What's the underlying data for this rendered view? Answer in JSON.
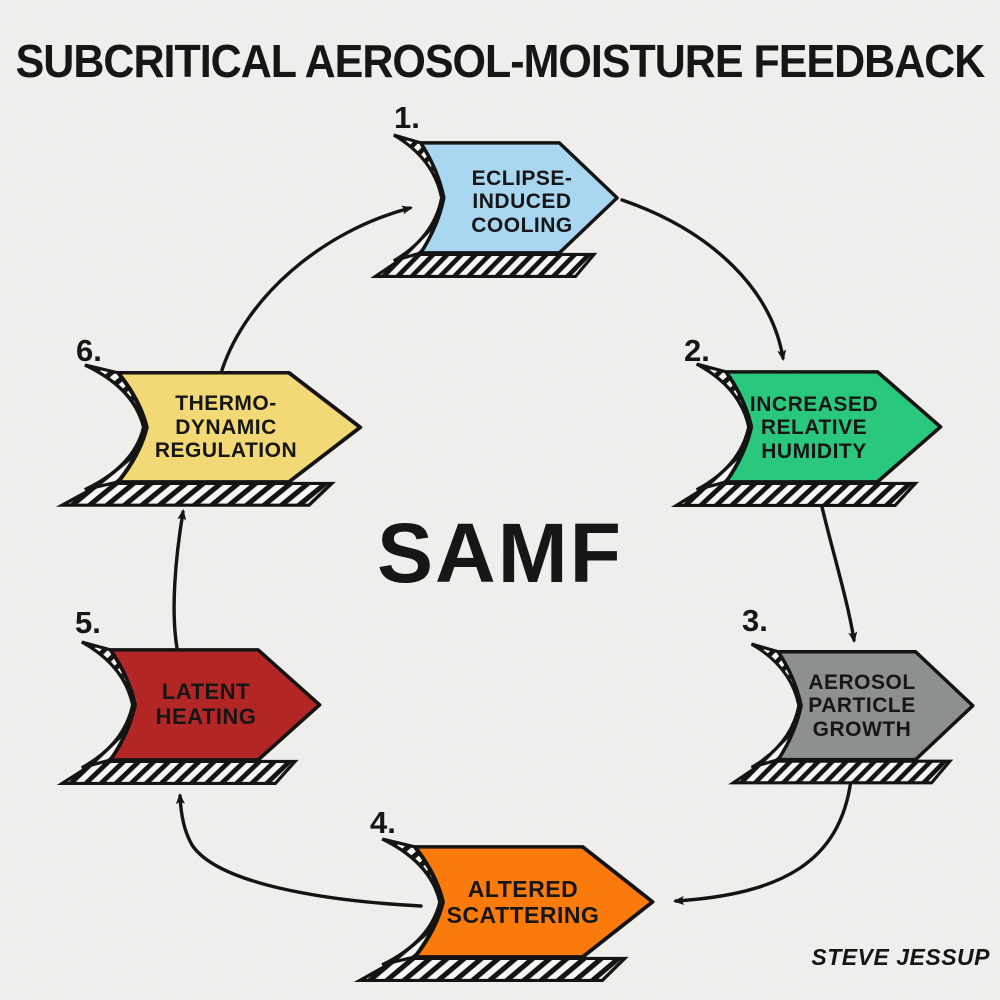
{
  "title": "SUBCRITICAL AEROSOL-MOISTURE FEEDBACK",
  "center_label": "SAMF",
  "credit": "STEVE JESSUP",
  "diagram_type": "circular feedback loop, 6 hand-drawn ribbon-arrow nodes connected clockwise",
  "colors": {
    "paper": "#f2f1ee",
    "ink": "#161616",
    "node1_blue": "#a9d7f2",
    "node2_green": "#29c87d",
    "node3_gray": "#8d918e",
    "node4_orange": "#fa7b0c",
    "node5_red": "#b32626",
    "node6_yellow": "#f3d876"
  },
  "nodes": [
    {
      "number": "1.",
      "label": "ECLIPSE-\nINDUCED\nCOOLING",
      "color": "#a9d7f2"
    },
    {
      "number": "2.",
      "label": "INCREASED\nRELATIVE\nHUMIDITY",
      "color": "#29c87d"
    },
    {
      "number": "3.",
      "label": "AEROSOL\nPARTICLE\nGROWTH",
      "color": "#8d918e"
    },
    {
      "number": "4.",
      "label": "ALTERED\nSCATTERING",
      "color": "#fa7b0c"
    },
    {
      "number": "5.",
      "label": "LATENT\nHEATING",
      "color": "#b32626"
    },
    {
      "number": "6.",
      "label": "THERMO-\nDYNAMIC\nREGULATION",
      "color": "#f3d876"
    }
  ],
  "connections": [
    {
      "from": "1",
      "to": "2"
    },
    {
      "from": "2",
      "to": "3"
    },
    {
      "from": "3",
      "to": "4"
    },
    {
      "from": "4",
      "to": "5"
    },
    {
      "from": "5",
      "to": "6"
    },
    {
      "from": "6",
      "to": "1"
    }
  ]
}
